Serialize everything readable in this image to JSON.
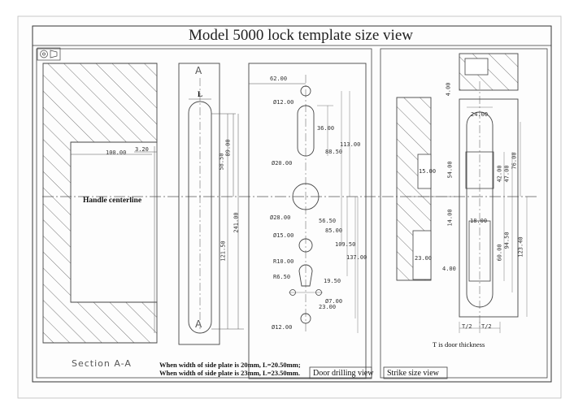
{
  "title": "Model 5000 lock template size view",
  "labels": {
    "handle_centerline": "Handle centerline",
    "section": "Section A-A",
    "section_mark": "A",
    "l_mark": "L",
    "note_line1": "When width of side plate is 20mm, L=20.50mm;",
    "note_line2": "When width of side plate is 23mm, L=23.50mm.",
    "door_drilling_view": "Door drilling view",
    "strike_size_view": "Strike size view",
    "t_door_thickness": "T is door thickness",
    "t_half": "T/2"
  },
  "dimensions": {
    "d_100": "100.00",
    "d_320": "3.20",
    "d_5850": "58.50",
    "d_8900": "89.00",
    "d_24100": "241.00",
    "d_12150": "121.50",
    "d_6200": "62.00",
    "d_phi1200_top": "Ø12.00",
    "d_3600": "36.00",
    "d_8850": "88.50",
    "d_11300": "113.00",
    "d_phi2000": "Ø20.00",
    "d_phi2800": "Ø28.00",
    "d_5650": "56.50",
    "d_8500": "85.00",
    "d_phi1500": "Ø15.00",
    "d_10950": "109.50",
    "d_r1000": "R10.00",
    "d_13700": "137.00",
    "d_r650": "R6.50",
    "d_1950": "19.50",
    "d_phi700": "Ø7.00",
    "d_2300_drill": "23.00",
    "d_phi1200_bot": "Ø12.00",
    "d_400_top": "4.00",
    "d_2400": "24.00",
    "d_1500": "15.00",
    "d_5400": "54.00",
    "d_4200": "42.00",
    "d_4700": "47.00",
    "d_7600": "76.00",
    "d_1400": "14.00",
    "d_1800": "18.00",
    "d_6000": "60.00",
    "d_9450": "94.50",
    "d_12340": "123.40",
    "d_2300_strike": "23.00",
    "d_400_mid": "4.00"
  },
  "colors": {
    "line": "#444444",
    "hatch": "#555555",
    "border": "#333333"
  }
}
